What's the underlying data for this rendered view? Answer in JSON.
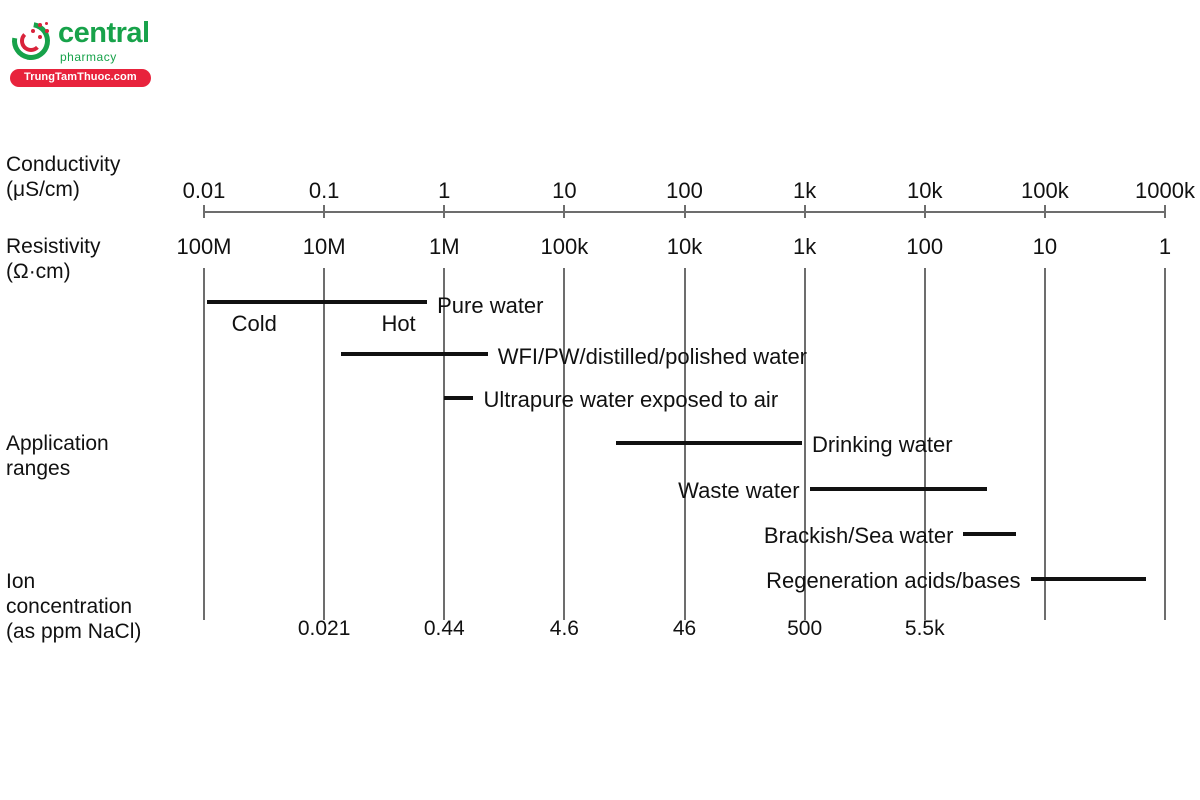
{
  "logo": {
    "name": "central-pharmacy-logo",
    "wordmark": "central",
    "subword": "pharmacy",
    "pill": "TrungTamThuoc.com",
    "green": "#17a24a",
    "red": "#d9233b",
    "pill_bg": "#e8233c"
  },
  "axes": {
    "conductivity_label": "Conductivity\n(μS/cm)",
    "resistivity_label": "Resistivity\n(Ω·cm)",
    "application_label": "Application\nranges",
    "ion_label": "Ion\nconcentration\n(as ppm NaCl)"
  },
  "chart_data": {
    "type": "bar",
    "title": "Water purity scale: conductivity, resistivity and application ranges",
    "orientation": "horizontal",
    "scale": "log",
    "grid": true,
    "legend_position": "none",
    "xlabel": "Conductivity (μS/cm)",
    "ylabel": "Application ranges",
    "xlim": [
      0.01,
      1000000
    ],
    "axis_top": {
      "name": "Conductivity (μS/cm)",
      "tick_labels": [
        "0.01",
        "0.1",
        "1",
        "10",
        "100",
        "1k",
        "10k",
        "100k",
        "1000k"
      ],
      "tick_values": [
        0.01,
        0.1,
        1,
        10,
        100,
        1000,
        10000,
        100000,
        1000000
      ]
    },
    "axis_resistivity": {
      "name": "Resistivity (Ω·cm)",
      "tick_labels": [
        "100M",
        "10M",
        "1M",
        "100k",
        "10k",
        "1k",
        "100",
        "10",
        "1"
      ],
      "tick_values": [
        100000000,
        10000000,
        1000000,
        100000,
        10000,
        1000,
        100,
        10,
        1
      ]
    },
    "axis_ion": {
      "name": "Ion concentration (as ppm NaCl)",
      "tick_labels": [
        "",
        "0.021",
        "0.44",
        "4.6",
        "46",
        "500",
        "5.5k",
        "",
        ""
      ],
      "tick_values": [
        null,
        0.021,
        0.44,
        4.6,
        46,
        500,
        5500,
        null,
        null
      ]
    },
    "categories": [
      "Pure water",
      "WFI/PW/distilled/polished water",
      "Ultrapure water exposed to air",
      "Drinking water",
      "Waste water",
      "Brackish/Sea water",
      "Regeneration acids/bases"
    ],
    "ranges": [
      {
        "label": "Pure water",
        "start": 0.0105,
        "end": 0.72,
        "label_side": "right",
        "sublabels": [
          "Cold",
          "Hot"
        ]
      },
      {
        "label": "WFI/PW/distilled/polished water",
        "start": 0.137,
        "end": 2.3,
        "label_side": "right",
        "sublabels": []
      },
      {
        "label": "Ultrapure water exposed to air",
        "start": 1.0,
        "end": 1.75,
        "label_side": "right",
        "sublabels": []
      },
      {
        "label": "Drinking water",
        "start": 27,
        "end": 950,
        "label_side": "right",
        "sublabels": []
      },
      {
        "label": "Waste water",
        "start": 1100,
        "end": 33000,
        "label_side": "left",
        "sublabels": []
      },
      {
        "label": "Brackish/Sea water",
        "start": 21000,
        "end": 58000,
        "label_side": "left",
        "sublabels": []
      },
      {
        "label": "Regeneration acids/bases",
        "start": 76000,
        "end": 700000,
        "label_side": "left",
        "sublabels": []
      }
    ],
    "sub_annotations": [
      {
        "text": "Cold",
        "at": 0.017
      },
      {
        "text": "Hot",
        "at": 0.3
      }
    ]
  }
}
